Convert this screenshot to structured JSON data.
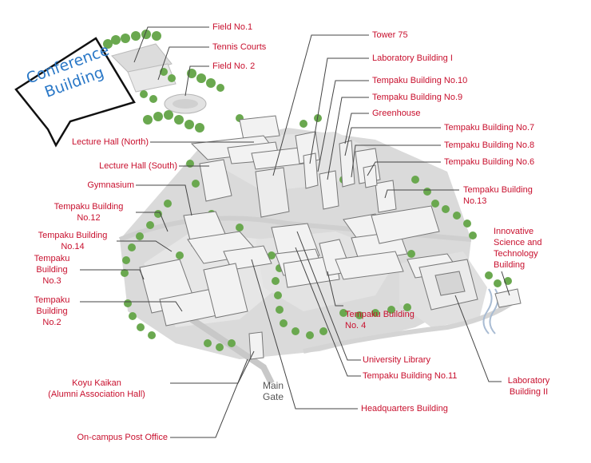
{
  "callout": {
    "line1": "Conference",
    "line2": "Building"
  },
  "gate_label": {
    "line1": "Main",
    "line2": "Gate"
  },
  "labels": {
    "field1": "Field No.1",
    "tennis": "Tennis Courts",
    "field2": "Field No. 2",
    "lecture_north": "Lecture Hall (North)",
    "lecture_south": "Lecture Hall (South)",
    "gymnasium": "Gymnasium",
    "tempaku12": {
      "line1": "Tempaku Building",
      "line2": "No.12"
    },
    "tempaku14": {
      "line1": "Tempaku Building",
      "line2": "No.14"
    },
    "tempaku3": {
      "line1": "Tempaku",
      "line2": "Building",
      "line3": "No.3"
    },
    "tempaku2": {
      "line1": "Tempaku",
      "line2": "Building",
      "line3": "No.2"
    },
    "koyu": {
      "line1": "Koyu Kaikan",
      "line2": "(Alumni Association Hall)"
    },
    "post": "On-campus Post Office",
    "tower": "Tower 75",
    "lab1": "Laboratory Building I",
    "tempaku10": "Tempaku Building No.10",
    "tempaku9": "Tempaku Building No.9",
    "greenhouse": "Greenhouse",
    "tempaku7": "Tempaku Building No.7",
    "tempaku8": "Tempaku Building No.8",
    "tempaku6": "Tempaku Building No.6",
    "tempaku13": {
      "line1": "Tempaku Building",
      "line2": "No.13"
    },
    "innovative": {
      "line1": "Innovative",
      "line2": "Science and",
      "line3": "Technology",
      "line4": "Building"
    },
    "tempaku4": {
      "line1": "Tempaku Building",
      "line2": "No. 4"
    },
    "library": "University Library",
    "tempaku11": "Tempaku Building No.11",
    "lab2": {
      "line1": "Laboratory",
      "line2": "Building II"
    },
    "headquarters": "Headquarters Building"
  },
  "colors": {
    "label_red": "#c8102e",
    "callout_blue": "#2a78c7",
    "ground": "#d9d9d9",
    "building": "#f2f2f2",
    "tree": "#6aa84f"
  }
}
